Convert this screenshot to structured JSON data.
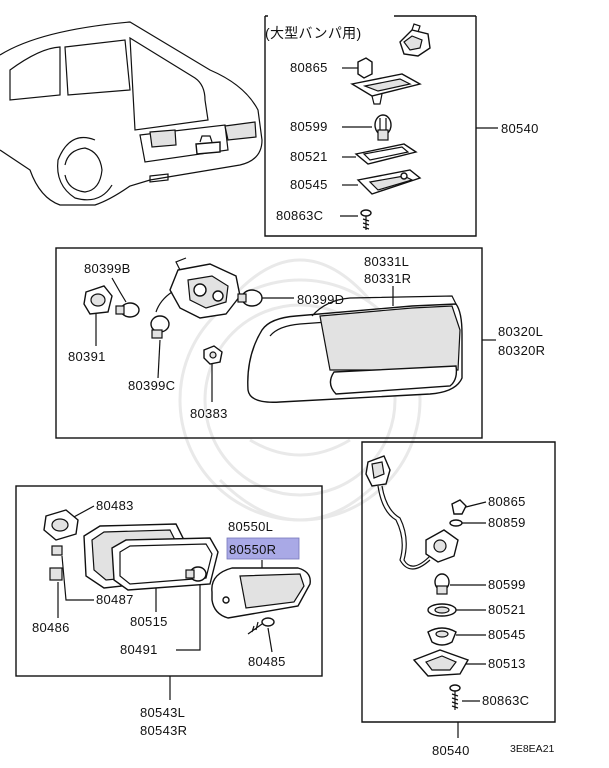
{
  "header": {
    "note": "(大型バンパ用)"
  },
  "boxes": {
    "top_right": {
      "callout": "80540"
    },
    "middle": {
      "callout_l": "80320L",
      "callout_r": "80320R"
    },
    "bottom_left": {
      "callout_l": "80543L",
      "callout_r": "80543R"
    },
    "bottom_right": {
      "callout": "80540"
    }
  },
  "labels": {
    "p80865_top": "80865",
    "p80599_top": "80599",
    "p80521_top": "80521",
    "p80545_top": "80545",
    "p80863c_top": "80863C",
    "p80399b": "80399B",
    "p80331l": "80331L",
    "p80331r": "80331R",
    "p80399d": "80399D",
    "p80391": "80391",
    "p80399c": "80399C",
    "p80383": "80383",
    "p80483": "80483",
    "p80550l": "80550L",
    "p80550r": "80550R",
    "p80487": "80487",
    "p80486": "80486",
    "p80515": "80515",
    "p80491": "80491",
    "p80485": "80485",
    "p80865_bot": "80865",
    "p80859": "80859",
    "p80599_bot": "80599",
    "p80521_bot": "80521",
    "p80545_bot": "80545",
    "p80513": "80513",
    "p80863c_bot": "80863C"
  },
  "footer": {
    "code": "3E8EA21"
  },
  "colors": {
    "highlight": "#a9a9e6",
    "line": "#111111"
  }
}
